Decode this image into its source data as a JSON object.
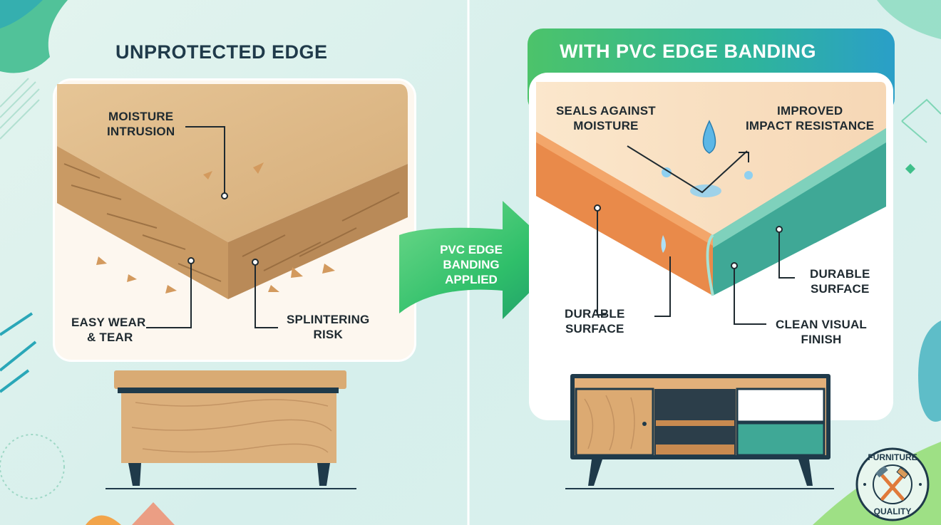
{
  "left": {
    "title": "UNPROTECTED EDGE",
    "labels": {
      "moisture_1": "MOISTURE",
      "moisture_2": "INTRUSION",
      "wear_1": "EASY WEAR",
      "wear_2": "& TEAR",
      "splinter_1": "SPLINTERING",
      "splinter_2": "RISK"
    }
  },
  "arrow": {
    "line1": "PVC EDGE",
    "line2": "BANDING",
    "line3": "APPLIED"
  },
  "right": {
    "title": "WITH PVC EDGE BANDING",
    "labels": {
      "seals_1": "SEALS AGAINST",
      "seals_2": "MOISTURE",
      "impact_1": "IMPROVED",
      "impact_2": "IMPACT RESISTANCE",
      "durable_left_1": "DURABLE",
      "durable_left_2": "SURFACE",
      "durable_right_1": "DURABLE",
      "durable_right_2": "SURFACE",
      "clean_1": "CLEAN VISUAL",
      "clean_2": "FINISH"
    }
  },
  "badge": {
    "top_text": "FURNITURE",
    "bottom_text": "QUALITY"
  },
  "colors": {
    "navy": "#1f3a4a",
    "green": "#3fbf6a",
    "teal": "#2aa7b8",
    "orange": "#e98a4a",
    "wood": "#d9b083"
  }
}
